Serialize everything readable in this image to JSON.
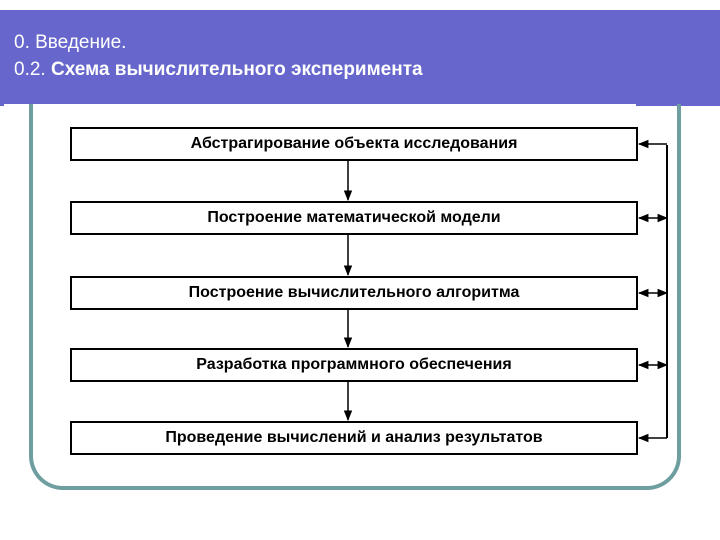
{
  "header": {
    "line1": "0. Введение.",
    "line2_prefix": "0.2. ",
    "line2_bold": "Схема вычислительного эксперимента"
  },
  "diagram": {
    "steps": [
      "Абстрагирование объекта исследования",
      "Построение математической модели",
      "Построение вычислительного алгоритма",
      "Разработка программного обеспечения",
      "Проведение вычислений и анализ результатов"
    ]
  },
  "colors": {
    "header_bg": "#6666cc",
    "frame": "#6e9ea0",
    "box_border": "#000000"
  }
}
